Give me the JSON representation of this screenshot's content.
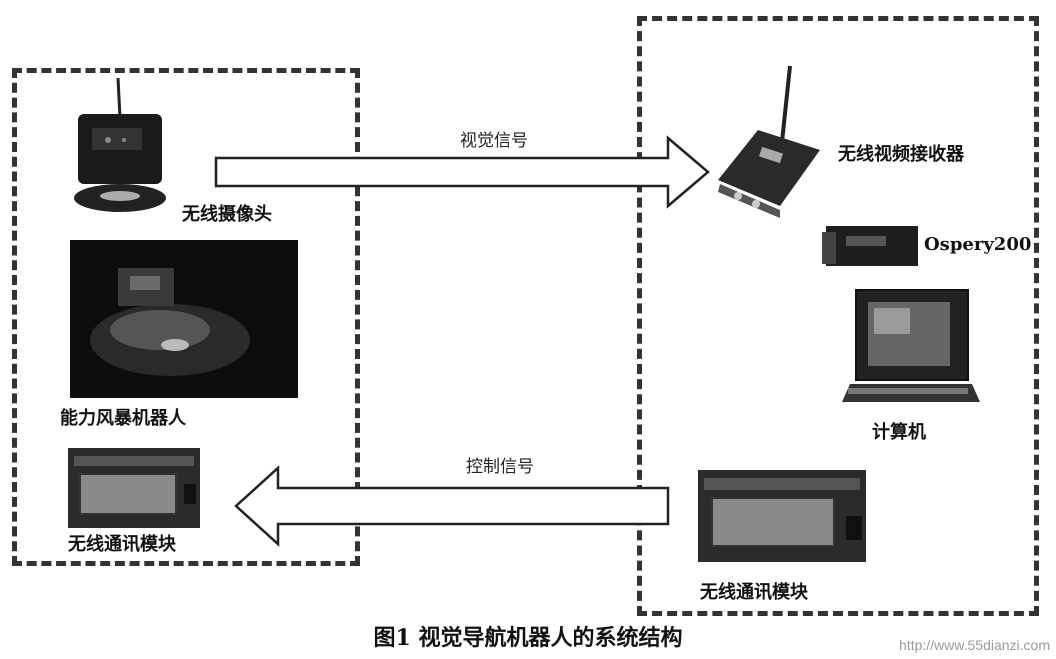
{
  "left_group": {
    "camera_label": "无线摄像头",
    "robot_label": "能力风暴机器人",
    "comm_label": "无线通讯模块"
  },
  "right_group": {
    "receiver_label": "无线视频接收器",
    "card_label": "Ospery200",
    "computer_label": "计算机",
    "comm_label": "无线通讯模块"
  },
  "signals": {
    "video": "视觉信号",
    "control": "控制信号"
  },
  "caption": "图1  视觉导航机器人的系统结构",
  "watermark": "http://www.55dianzi.com"
}
